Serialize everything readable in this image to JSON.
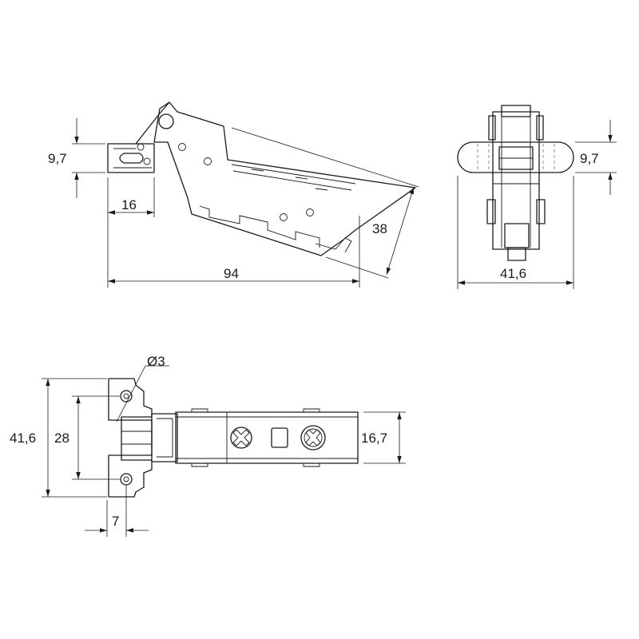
{
  "colors": {
    "line": "#1a1a1a",
    "background": "#ffffff",
    "fill": "#e6e6e6"
  },
  "side_view": {
    "dim_height": "9,7",
    "dim_offset": "16",
    "dim_length": "94",
    "dim_drop": "38"
  },
  "front_view": {
    "dim_thickness": "9,7",
    "dim_width": "41,6"
  },
  "top_view": {
    "dim_hole": "Ø3",
    "dim_width": "41,6",
    "dim_hole_spacing": "28",
    "dim_edge": "7",
    "dim_body": "16,7"
  }
}
